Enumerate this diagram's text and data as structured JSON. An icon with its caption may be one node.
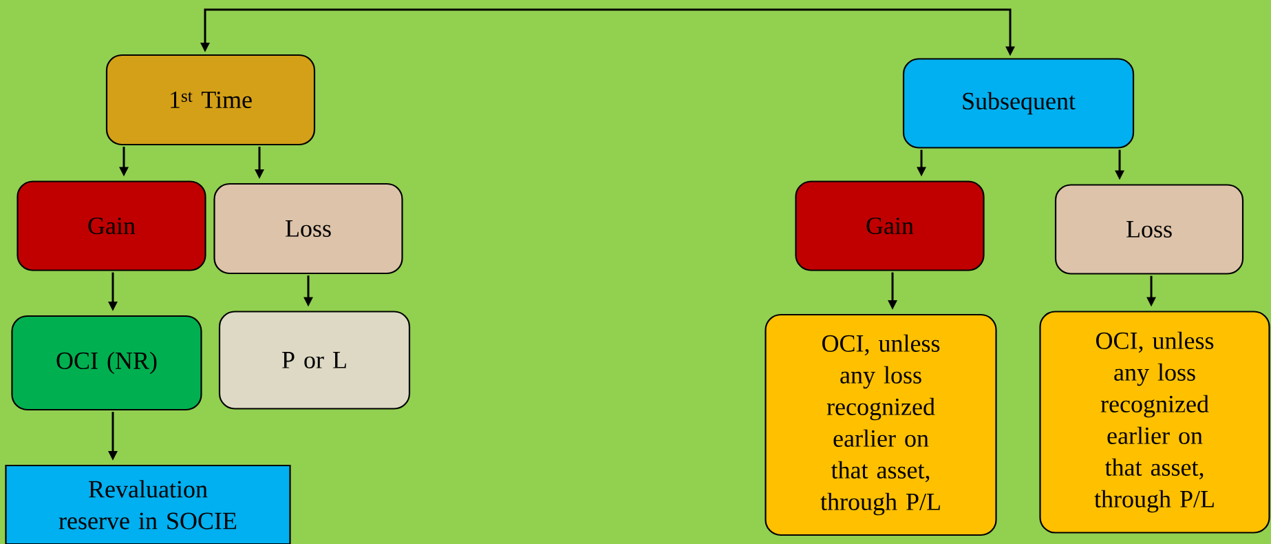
{
  "diagram": {
    "nodes": [
      {
        "text": [
          "1$^{st}$ Time"
        ]
      },
      {
        "text": [
          "Subsequent"
        ]
      },
      {
        "text": [
          "Gain"
        ]
      },
      {
        "text": [
          "Loss"
        ]
      },
      {
        "text": [
          "OCI (NR)"
        ]
      },
      {
        "text": [
          "P or L"
        ]
      },
      {
        "text": [
          "Revaluation reserve in SOCIE"
        ]
      },
      {
        "text": [
          "Gain"
        ]
      },
      {
        "text": [
          "Loss"
        ]
      },
      {
        "text": [
          "OCI, unless any loss recognized earlier on that asset, through P/L"
        ]
      },
      {
        "text": [
          "OCI, unless any loss recognized earlier on that asset, through P/L"
        ]
      }
    ],
    "edges": [
      {
        "from": 0,
        "to": 1,
        "arrow": "both"
      },
      {
        "from": 0,
        "to": 2,
        "arrow": "to"
      },
      {
        "from": 0,
        "to": 3,
        "arrow": "to"
      },
      {
        "from": 2,
        "to": 4,
        "arrow": "to"
      },
      {
        "from": 3,
        "to": 5,
        "arrow": "to"
      },
      {
        "from": 4,
        "to": 6,
        "arrow": "to"
      },
      {
        "from": 1,
        "to": 7,
        "arrow": "to"
      },
      {
        "from": 1,
        "to": 8,
        "arrow": "to"
      },
      {
        "from": 7,
        "to": 9,
        "arrow": "to"
      },
      {
        "from": 8,
        "to": 10,
        "arrow": "to"
      }
    ]
  }
}
